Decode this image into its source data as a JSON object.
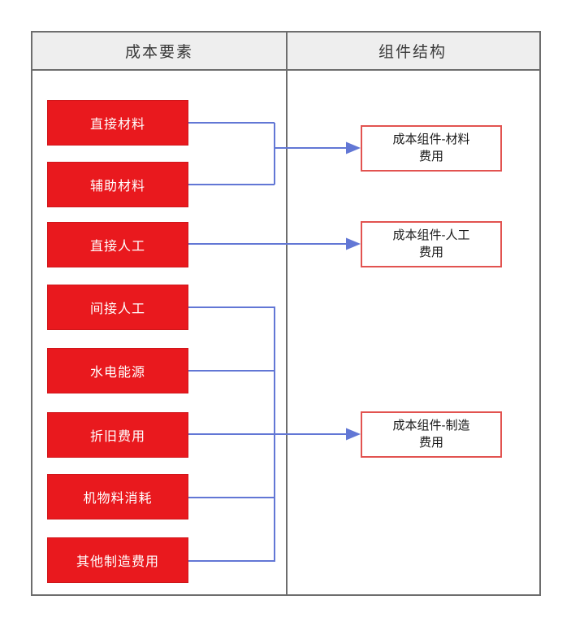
{
  "diagram": {
    "header": {
      "left": "成本要素",
      "right": "组件结构"
    },
    "cost_elements": [
      "直接材料",
      "辅助材料",
      "直接人工",
      "间接人工",
      "水电能源",
      "折旧费用",
      "机物料消耗",
      "其他制造费用"
    ],
    "components": [
      "成本组件-材料\n费用",
      "成本组件-人工\n费用",
      "成本组件-制造\n费用"
    ],
    "links": [
      {
        "from": [
          "直接材料",
          "辅助材料"
        ],
        "to": "成本组件-材料费用"
      },
      {
        "from": [
          "直接人工"
        ],
        "to": "成本组件-人工费用"
      },
      {
        "from": [
          "间接人工",
          "水电能源",
          "折旧费用",
          "机物料消耗",
          "其他制造费用"
        ],
        "to": "成本组件-制造费用"
      }
    ],
    "colors": {
      "element_fill": "#e9191e",
      "element_border": "#d0161a",
      "component_border": "#e25350",
      "connector_blue": "#6277d5",
      "table_border": "#6d6d6d",
      "header_bg": "#eeeeee",
      "header_text": "#3a3a3a"
    }
  }
}
